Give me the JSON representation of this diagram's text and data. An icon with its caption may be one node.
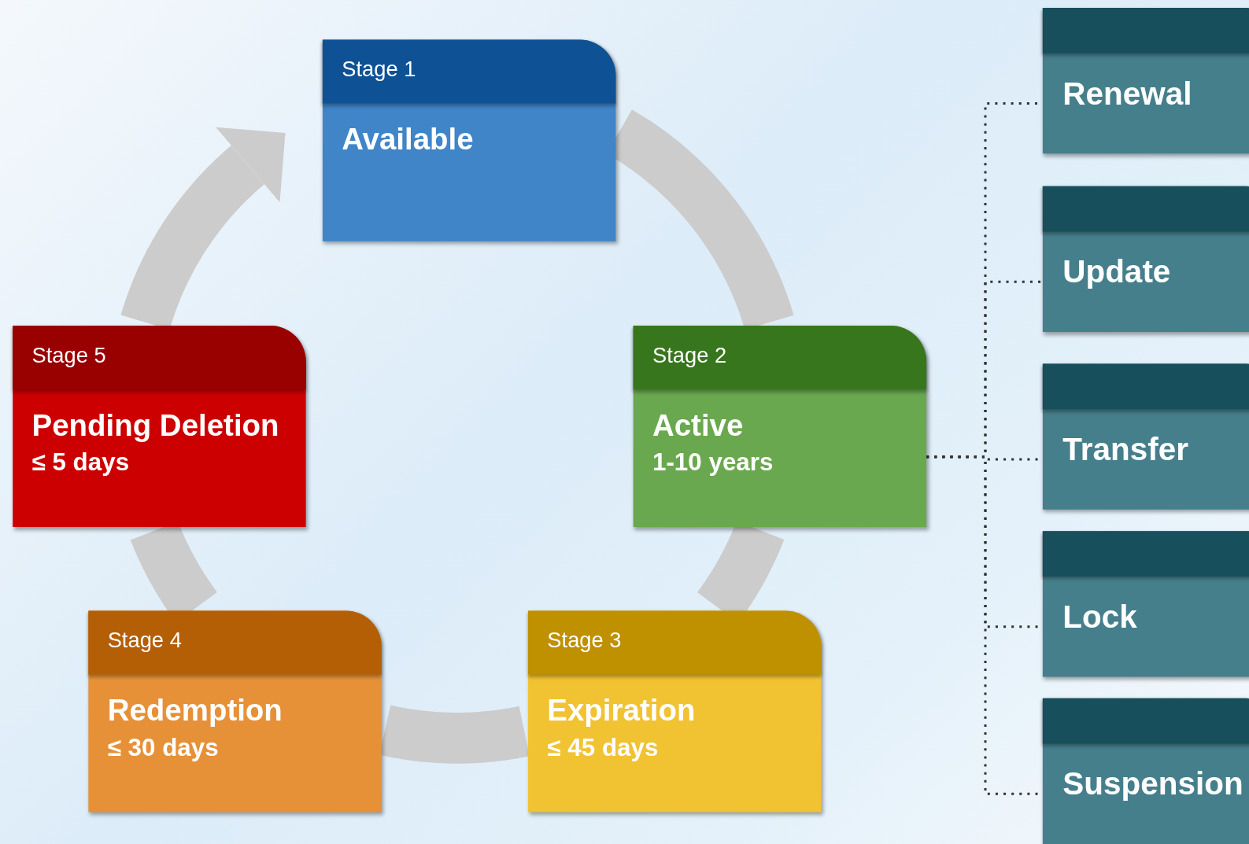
{
  "diagram": {
    "nodes": [
      {
        "text": [
          "Stage 1",
          "Available"
        ]
      },
      {
        "text": [
          "Stage 2",
          "Active",
          "1-10 years"
        ]
      },
      {
        "text": [
          "Stage 3",
          "Expiration",
          "≤ 45 days"
        ]
      },
      {
        "text": [
          "Stage 4",
          "Redemption",
          "≤ 30 days"
        ]
      },
      {
        "text": [
          "Stage 5",
          "Pending Deletion",
          "≤ 5 days"
        ]
      },
      {
        "text": [
          "Renewal"
        ]
      },
      {
        "text": [
          "Update"
        ]
      },
      {
        "text": [
          "Transfer"
        ]
      },
      {
        "text": [
          "Lock"
        ]
      },
      {
        "text": [
          "Suspension"
        ]
      }
    ],
    "edges": [
      {
        "from": 0,
        "to": 1,
        "arrow": "none",
        "style": "thick",
        "color": "#cccccc"
      },
      {
        "from": 1,
        "to": 2,
        "arrow": "none",
        "style": "thick",
        "color": "#cccccc"
      },
      {
        "from": 2,
        "to": 3,
        "arrow": "none",
        "style": "thick",
        "color": "#cccccc"
      },
      {
        "from": 3,
        "to": 4,
        "arrow": "none",
        "style": "thick",
        "color": "#cccccc"
      },
      {
        "from": 4,
        "to": 0,
        "arrow": "to",
        "style": "thick",
        "color": "#cccccc"
      },
      {
        "from": 1,
        "to": 5,
        "arrow": "none",
        "style": "dashed",
        "color": "#333333"
      },
      {
        "from": 1,
        "to": 6,
        "arrow": "none",
        "style": "dashed",
        "color": "#333333"
      },
      {
        "from": 1,
        "to": 7,
        "arrow": "none",
        "style": "dashed",
        "color": "#333333"
      },
      {
        "from": 1,
        "to": 8,
        "arrow": "none",
        "style": "dashed",
        "color": "#333333"
      },
      {
        "from": 1,
        "to": 9,
        "arrow": "none",
        "style": "dashed",
        "color": "#333333"
      }
    ]
  }
}
